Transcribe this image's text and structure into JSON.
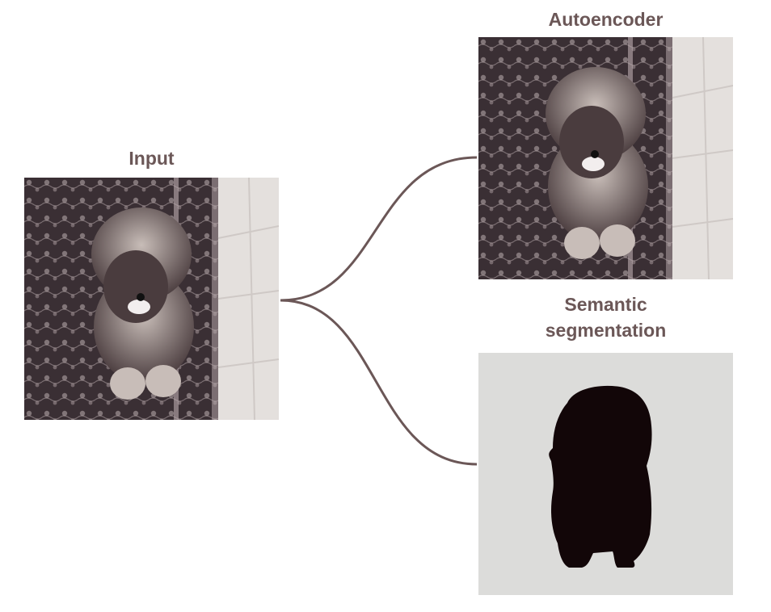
{
  "labels": {
    "input": "Input",
    "autoencoder": "Autoencoder",
    "segmentation": "Semantic\nsegmentation"
  },
  "images": {
    "input": "dog-on-rug-photo",
    "autoencoder": "reconstructed-dog-photo",
    "segmentation": "dog-silhouette-mask"
  },
  "colors": {
    "label": "#6b5757",
    "connector": "#6b5757",
    "rug_dark": "#3a2f34",
    "rug_light": "#bcaeb0",
    "floor": "#e4e0dd",
    "fur": "#c8bdb8",
    "fur_dark": "#4a3c3e",
    "mask_bg": "#dcdcda",
    "mask_fg": "#120608"
  }
}
